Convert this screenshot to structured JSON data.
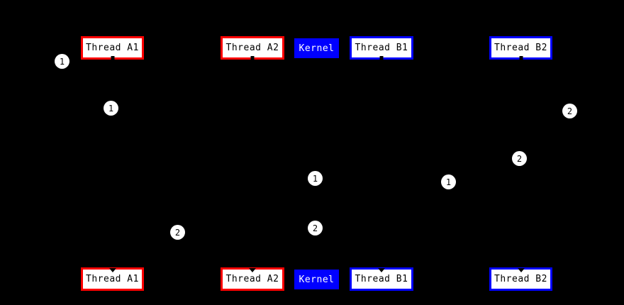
{
  "diagram": {
    "type": "sequence-diagram",
    "background_color": "#000000",
    "colors": {
      "thread_a_accent": "#ff0000",
      "thread_b_accent": "#0000ff",
      "kernel_fill": "#0000ff",
      "kernel_text": "#ffffff",
      "actor_box_fill": "#ffffff",
      "actor_box_text": "#000000",
      "marker_fill": "#ffffff",
      "marker_text": "#000000"
    },
    "actors": [
      {
        "label": "Thread A1"
      },
      {
        "label": "Thread A2"
      },
      {
        "label": "Kernel"
      },
      {
        "label": "Thread B1"
      },
      {
        "label": "Thread B2"
      }
    ],
    "markers": [
      {
        "n": "1"
      },
      {
        "n": "1"
      },
      {
        "n": "2"
      },
      {
        "n": "2"
      },
      {
        "n": "1"
      },
      {
        "n": "1"
      },
      {
        "n": "2"
      },
      {
        "n": "2"
      }
    ]
  }
}
